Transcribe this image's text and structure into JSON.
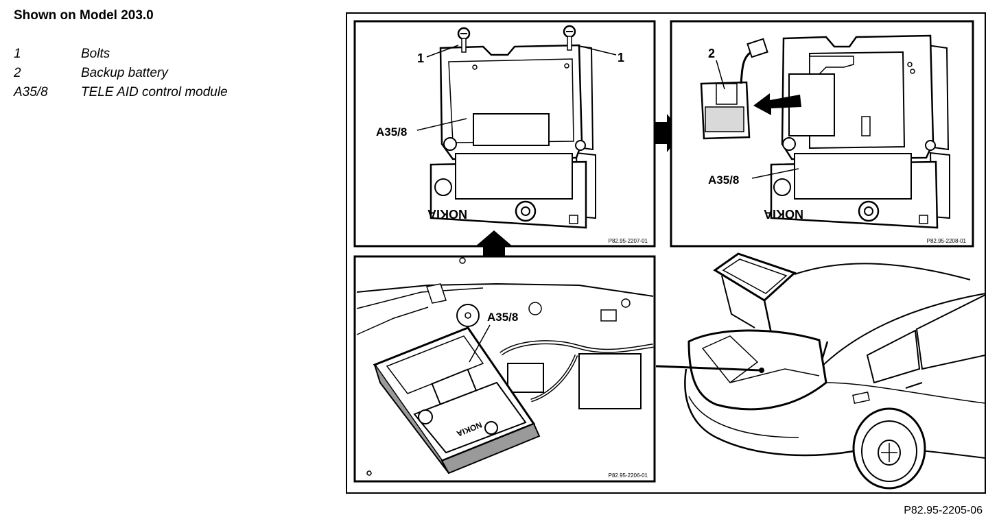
{
  "title": "Shown on Model 203.0",
  "legend": [
    {
      "code": "1",
      "label": "Bolts"
    },
    {
      "code": "2",
      "label": "Backup battery"
    },
    {
      "code": "A35/8",
      "label": "TELE AID control module"
    }
  ],
  "figure": {
    "panel_a": {
      "callout_bolt_left": "1",
      "callout_bolt_right": "1",
      "callout_module": "A35/8",
      "brand": "NOKIA",
      "code": "P82.95-2207-01"
    },
    "panel_b": {
      "callout_battery": "2",
      "callout_module": "A35/8",
      "brand": "NOKIA",
      "code": "P82.95-2208-01"
    },
    "panel_c": {
      "callout_module": "A35/8",
      "brand": "NOKIA",
      "code": "P82.95-2206-01"
    }
  },
  "reference": "P82.95-2205-06"
}
